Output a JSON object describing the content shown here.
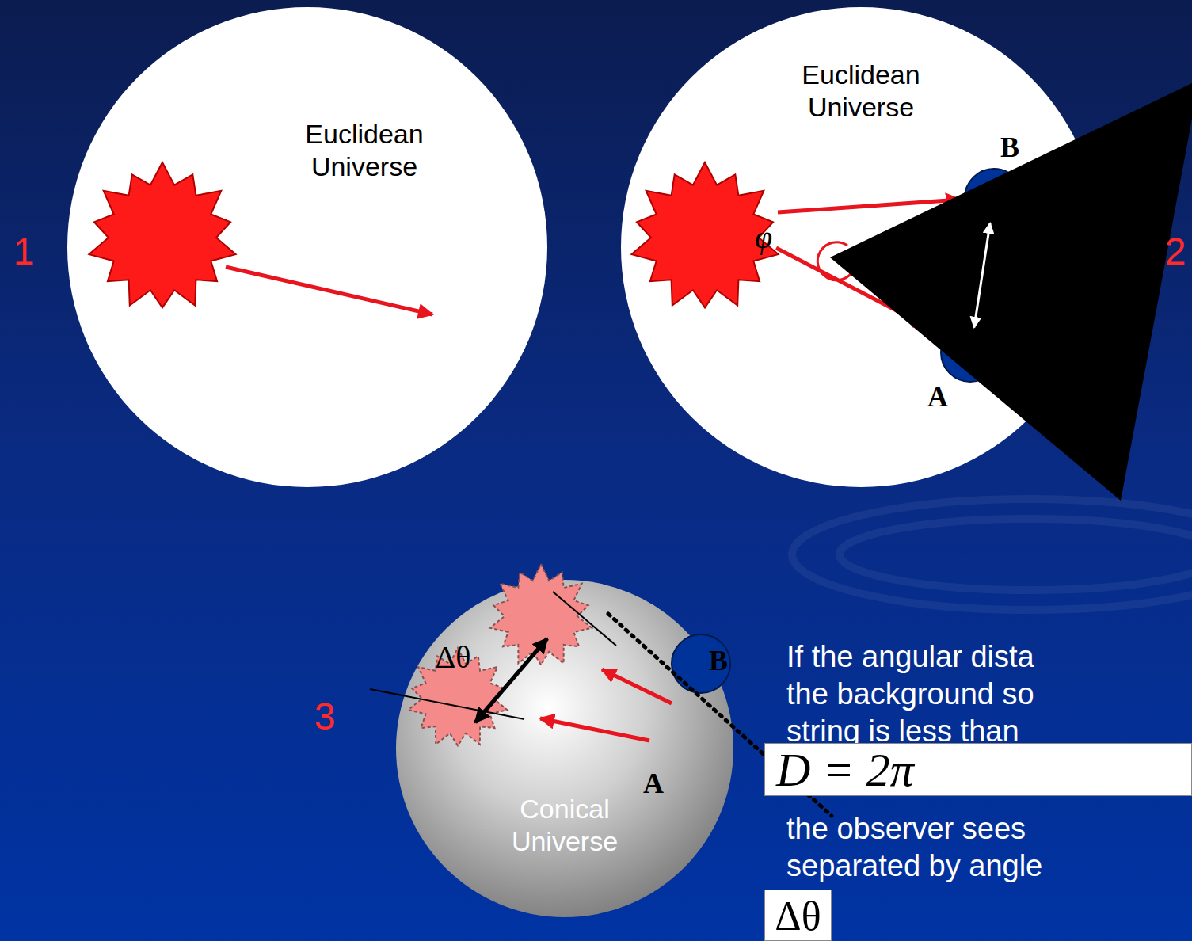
{
  "diagram": {
    "nodes": [
      {
        "text": [
          "Euclidean Universe"
        ]
      },
      {
        "text": [
          "Euclidean Universe"
        ]
      },
      {
        "text": [
          "B"
        ],
        "in": 1
      },
      {
        "text": [
          "A"
        ],
        "in": 1
      },
      {
        "text": [
          "Conical Universe"
        ]
      },
      {
        "text": [
          "B"
        ],
        "in": 4
      }
    ],
    "edges": [
      {
        "from": 3,
        "to": 2,
        "arrow": "both"
      }
    ],
    "labels": [
      "1",
      "φ",
      "2",
      "Δθ",
      "3",
      "A",
      "If the angular dista",
      "the background so",
      "string is less than",
      "D = 2π",
      "the observer sees",
      "separated by angle",
      "Δθ"
    ]
  }
}
